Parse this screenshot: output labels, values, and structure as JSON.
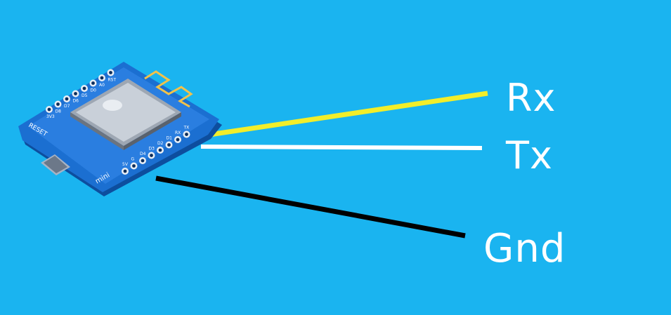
{
  "colors": {
    "background": "#1ab4f0",
    "board": "#1b6fd1",
    "rx_wire": "#f2ee2a",
    "tx_wire": "#ffffff",
    "gnd_wire": "#000000"
  },
  "board": {
    "silkscreen": {
      "reset": "RESET",
      "mini": "mini",
      "top_pins": [
        "3V3",
        "D8",
        "D7",
        "D6",
        "D5",
        "D0",
        "A0",
        "RST"
      ],
      "bottom_pins": [
        "5V",
        "G",
        "D4",
        "D3",
        "D2",
        "D1",
        "RX",
        "TX"
      ]
    },
    "icons": [
      "usb-port-icon",
      "wifi-antenna-icon",
      "esp-module-icon"
    ]
  },
  "wires": [
    {
      "id": "rx",
      "label": "Rx"
    },
    {
      "id": "tx",
      "label": "Tx"
    },
    {
      "id": "gnd",
      "label": "Gnd"
    }
  ]
}
